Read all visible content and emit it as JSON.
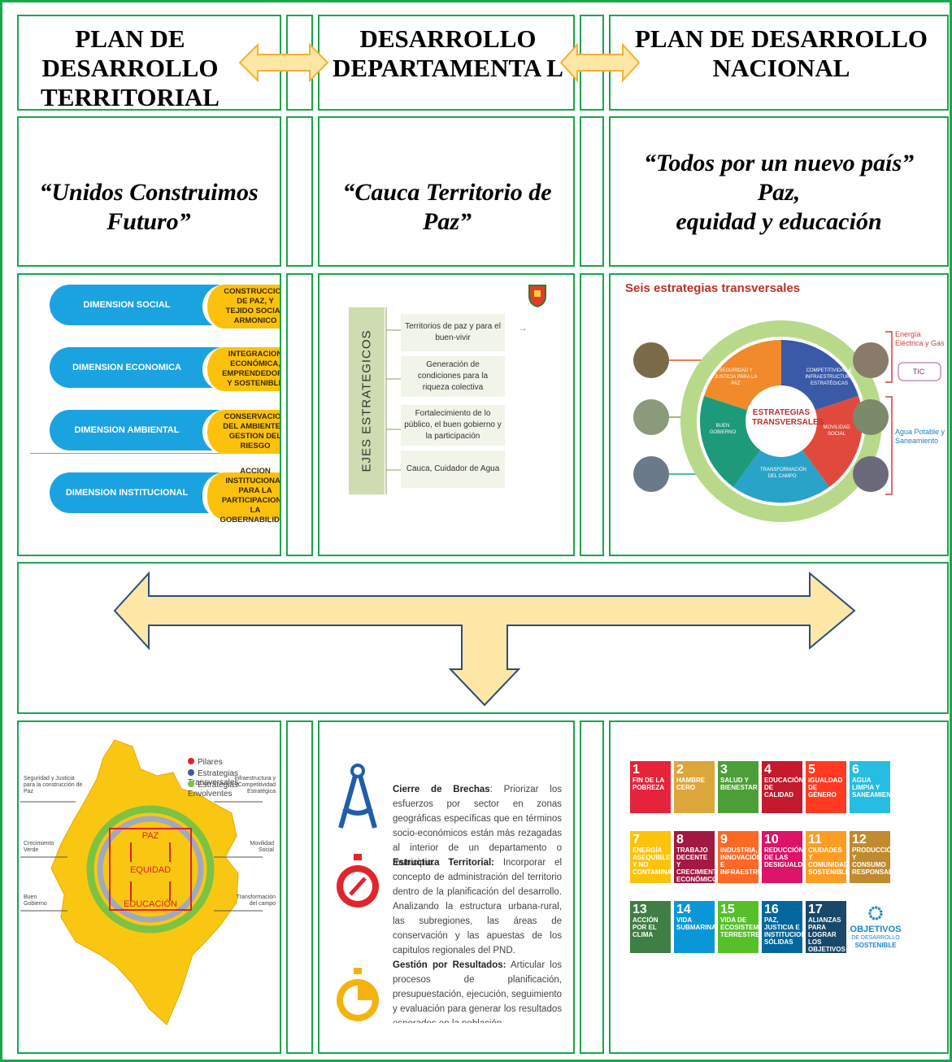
{
  "headers": {
    "territorial": "PLAN DE DESARROLLO TERRITORIAL",
    "departamental": "DESARROLLO DEPARTAMENTA L",
    "nacional": "PLAN DE DESARROLLO NACIONAL"
  },
  "mottos": {
    "territorial": "“Unidos Construimos Futuro”",
    "departamental": "“Cauca Territorio de Paz”",
    "nacional_line1": "“Todos por un nuevo país”",
    "nacional_line2": "Paz,",
    "nacional_line3": "equidad y educación"
  },
  "dimensions": [
    {
      "name": "DIMENSION SOCIAL",
      "detail": "CONSTRUCCION DE PAZ, Y TEJIDO SOCIAL ARMONICO"
    },
    {
      "name": "DIMENSION ECONOMICA",
      "detail": "INTEGRACION ECONÓMICA, EMPRENDEDORA Y SOSTENIBLE"
    },
    {
      "name": "DIMENSION AMBIENTAL",
      "detail": "CONSERVACION DEL AMBIENTE Y GESTION DEL RIESGO"
    },
    {
      "name": "DIMENSION INSTITUCIONAL",
      "detail": "ACCION INSTITUCIONAL PARA LA PARTICIPACION Y LA GOBERNABILIDAD"
    }
  ],
  "ejes": {
    "title": "EJES ESTRATEGICOS",
    "items": [
      "Territorios de paz y para el buen-vivir",
      "Generación de condiciones para la riqueza colectiva",
      "Fortalecimiento de lo público, el buen gobierno y la participación",
      "Cauca, Cuidador de Agua"
    ]
  },
  "estrategias": {
    "title": "Seis estrategias transversales",
    "center": "ESTRATEGIAS TRANSVERSALES",
    "segments": [
      "SEGURIDAD Y JUSTICIA PARA LA PAZ",
      "COMPETITIVIDAD E INFRAESTRUCTURA ESTRATÉGICAS",
      "MOVILIDAD SOCIAL",
      "TRANSFORMACIÓN DEL CAMPO",
      "BUEN GOBIERNO"
    ],
    "side_labels": [
      "Energía Eléctrica y Gas",
      "TIC",
      "Agua Potable y Saneamiento"
    ]
  },
  "map": {
    "legend": [
      "Pilares",
      "Estrategias Transversales",
      "Estrategias Envolventes"
    ],
    "legend_colors": [
      "#e0202a",
      "#3b5aa5",
      "#7cc243"
    ],
    "pillars": [
      "PAZ",
      "EQUIDAD",
      "EDUCACIÓN"
    ],
    "labels": [
      "Seguridad y Justicia para la construcción de Paz",
      "Infraestructura y Competitividad Estratégica",
      "Crecimiento Verde",
      "Movilidad Social",
      "Buen Gobierno",
      "Transformación del campo"
    ]
  },
  "enfoques": [
    {
      "title": "Cierre de Brechas",
      "text": ": Priorizar los esfuerzos por sector en zonas geográficas específicas que en términos socio-económicos están más rezagadas al interior de un departamento o municipio."
    },
    {
      "title": "Estructura Territorial:",
      "text": " Incorporar el concepto de administración del territorio dentro de la planificación del desarrollo. Analizando la estructura urbana-rural, las subregiones, las áreas de conservación y las apuestas de los capitulos regionales del PND."
    },
    {
      "title": "Gestión por Resultados:",
      "text": " Articular los procesos de planificación, presupuestación, ejecución, seguimiento y evaluación para generar los resultados esperados en la población"
    }
  ],
  "ods": {
    "goals": [
      {
        "n": "1",
        "t": "FIN DE LA POBREZA",
        "c": "#e5243b"
      },
      {
        "n": "2",
        "t": "HAMBRE CERO",
        "c": "#dda63a"
      },
      {
        "n": "3",
        "t": "SALUD Y BIENESTAR",
        "c": "#4c9f38"
      },
      {
        "n": "4",
        "t": "EDUCACIÓN DE CALIDAD",
        "c": "#c5192d"
      },
      {
        "n": "5",
        "t": "IGUALDAD DE GÉNERO",
        "c": "#ff3a21"
      },
      {
        "n": "6",
        "t": "AGUA LIMPIA Y SANEAMIENTO",
        "c": "#26bde2"
      },
      {
        "n": "7",
        "t": "ENERGÍA ASEQUIBLE Y NO CONTAMINANTE",
        "c": "#fcc30b"
      },
      {
        "n": "8",
        "t": "TRABAJO DECENTE Y CRECIMIENTO ECONÓMICO",
        "c": "#a21942"
      },
      {
        "n": "9",
        "t": "INDUSTRIA, INNOVACIÓN E INFRAESTRUCTURA",
        "c": "#fd6925"
      },
      {
        "n": "10",
        "t": "REDUCCIÓN DE LAS DESIGUALDADES",
        "c": "#dd1367"
      },
      {
        "n": "11",
        "t": "CIUDADES Y COMUNIDADES SOSTENIBLES",
        "c": "#fd9d24"
      },
      {
        "n": "12",
        "t": "PRODUCCIÓN Y CONSUMO RESPONSABLES",
        "c": "#bf8b2e"
      },
      {
        "n": "13",
        "t": "ACCIÓN POR EL CLIMA",
        "c": "#3f7e44"
      },
      {
        "n": "14",
        "t": "VIDA SUBMARINA",
        "c": "#0a97d9"
      },
      {
        "n": "15",
        "t": "VIDA DE ECOSISTEMAS TERRESTRES",
        "c": "#56c02b"
      },
      {
        "n": "16",
        "t": "PAZ, JUSTICIA E INSTITUCIONES SÓLIDAS",
        "c": "#00689d"
      },
      {
        "n": "17",
        "t": "ALIANZAS PARA LOGRAR LOS OBJETIVOS",
        "c": "#19486a"
      }
    ],
    "brand_line1": "OBJETIVOS",
    "brand_line2": "DE DESARROLLO",
    "brand_line3": "SOSTENIBLE"
  }
}
